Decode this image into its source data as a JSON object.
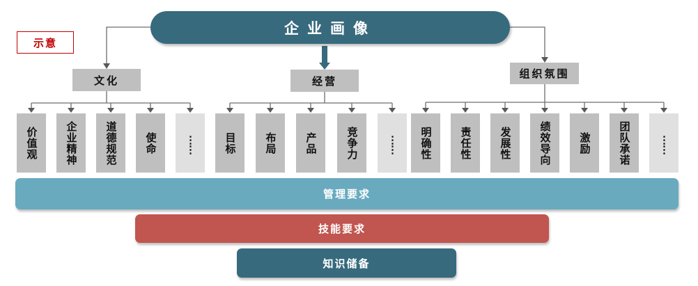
{
  "title": "企业画像",
  "legend_label": "示意",
  "colors": {
    "title_bg": "#376a7d",
    "node_bg": "#bfbfbf",
    "placeholder_bg": "#e0e0e0",
    "management_bar": "#6aaabf",
    "skill_bar": "#c0564f",
    "knowledge_bar": "#376a7d",
    "legend_red": "#c00000"
  },
  "categories": [
    {
      "label": "文化",
      "items": [
        "价值观",
        "企业精神",
        "道德规范",
        "使命",
        "⋮⋮"
      ]
    },
    {
      "label": "经营",
      "items": [
        "目标",
        "布局",
        "产品",
        "竞争力",
        "⋮⋮"
      ]
    },
    {
      "label": "组织氛围",
      "items": [
        "明确性",
        "责任性",
        "发展性",
        "绩效导向",
        "激励",
        "团队承诺",
        "⋮⋮"
      ]
    }
  ],
  "foundation": [
    {
      "label": "管理要求"
    },
    {
      "label": "技能要求"
    },
    {
      "label": "知识储备"
    }
  ]
}
